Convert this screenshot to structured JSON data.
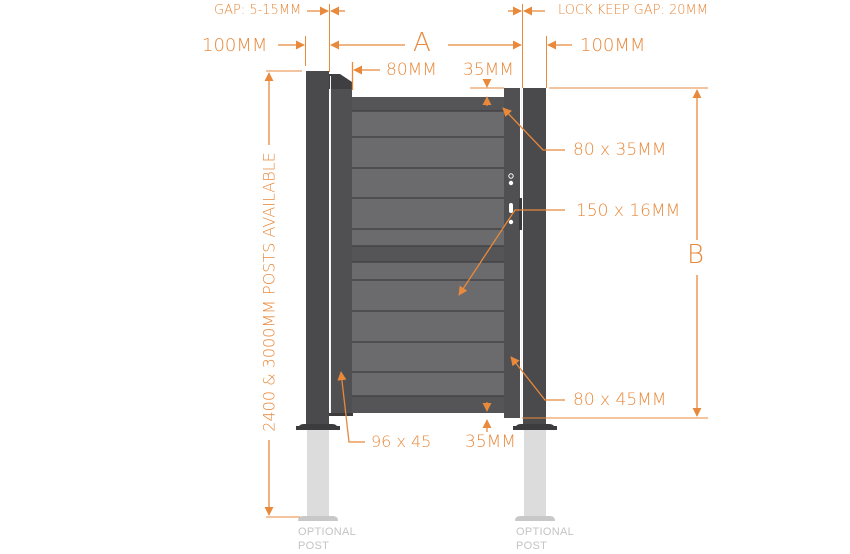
{
  "diagram": {
    "title": "Single gate dimension diagram",
    "colors": {
      "accent": "#e8893c",
      "post": "#4a4a4c",
      "frame": "#505052",
      "slat": "#6b6b6d",
      "slat_line": "#3e3e40",
      "optional_post": "#dcdcdc",
      "optional_label": "#c4c4c4"
    },
    "labels": {
      "gap_hinge": "GAP: 5-15MM",
      "lock_keep_gap": "LOCK KEEP GAP: 20MM",
      "post_width_left": "100MM",
      "post_width_right": "100MM",
      "dim_a": "A",
      "dim_b": "B",
      "hinge_stile": "80MM",
      "top_gap": "35MM",
      "bottom_gap": "35MM",
      "top_rail": "80 x 35MM",
      "lock": "150 x 16MM",
      "lock_stile": "80 x 45MM",
      "bottom_rail": "96 x 45",
      "post_height": "2400 & 3000MM POSTS AVAILABLE",
      "optional_post_left": [
        "OPTIONAL",
        "POST"
      ],
      "optional_post_right": [
        "OPTIONAL",
        "POST"
      ]
    }
  }
}
